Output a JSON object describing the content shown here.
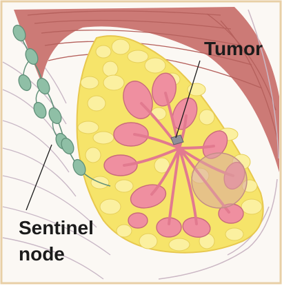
{
  "labels": {
    "tumor": "Tumor",
    "sentinel_line1": "Sentinel",
    "sentinel_line2": "node"
  },
  "colors": {
    "frame": "#e8cfa6",
    "background": "#fbf8f4",
    "muscle": "#cc7a76",
    "muscle_dark": "#b5605c",
    "fat_lobules": "#f6e46a",
    "gland_lobes": "#ef8fa0",
    "gland_dark": "#c96a7c",
    "lymph_node": "#8fbfa6",
    "lymph_vessel": "#5f8f78",
    "tumor": "#8f8f9a",
    "tumor_halo": "#d9a5a0",
    "skin_lines": "#c9b8c6",
    "leader_line": "#1b1b1b"
  },
  "icons": [
    "tumor-marker-icon",
    "lymph-node-icon"
  ]
}
